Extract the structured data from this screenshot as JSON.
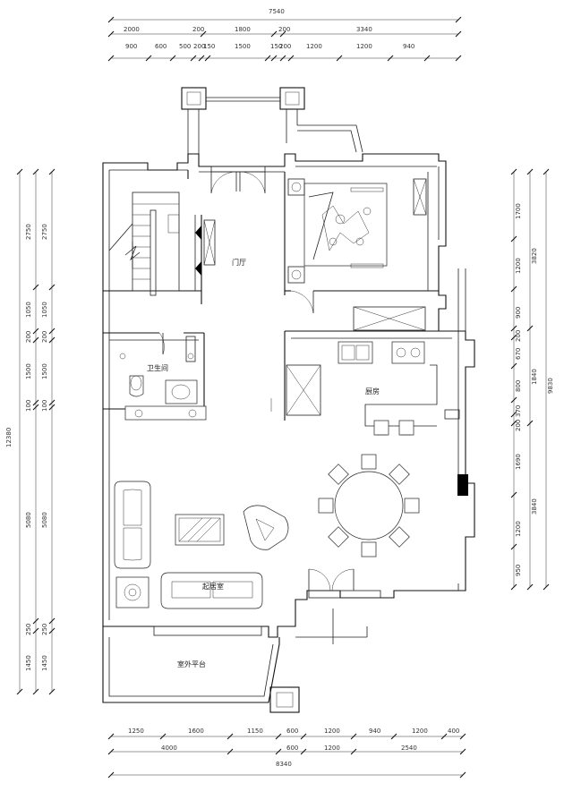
{
  "dimensions": {
    "top_total": "7540",
    "top_row1": [
      "2000",
      "200",
      "1800",
      "200",
      "3340"
    ],
    "top_row2": [
      "900",
      "600",
      "500",
      "200",
      "150",
      "1500",
      "150",
      "200",
      "1200",
      "1200",
      "940"
    ],
    "bottom_row1": [
      "1250",
      "1600",
      "1150",
      "600",
      "1200",
      "940",
      "1200",
      "400"
    ],
    "bottom_row2": [
      "4000",
      "600",
      "1200",
      "2540"
    ],
    "bottom_total": "8340",
    "left_total": "12380",
    "left_outer": [
      "2750",
      "1050",
      "200",
      "1500",
      "100",
      "5080",
      "250",
      "1450"
    ],
    "left_inner": [
      "2750",
      "1050",
      "200",
      "1500",
      "100",
      "5080",
      "250",
      "1450"
    ],
    "right_total": "9830",
    "right_mid": [
      "3820",
      "1840",
      "3840"
    ],
    "right_inner": [
      "1700",
      "1200",
      "900",
      "200",
      "670",
      "800",
      "370",
      "200",
      "1690",
      "1200",
      "950"
    ]
  },
  "rooms": {
    "foyer": "门厅",
    "bathroom": "卫生间",
    "kitchen": "厨房",
    "living_room": "起居室",
    "terrace": "室外平台"
  },
  "colors": {
    "line": "#222222",
    "background": "#ffffff",
    "solid_block": "#000000"
  }
}
